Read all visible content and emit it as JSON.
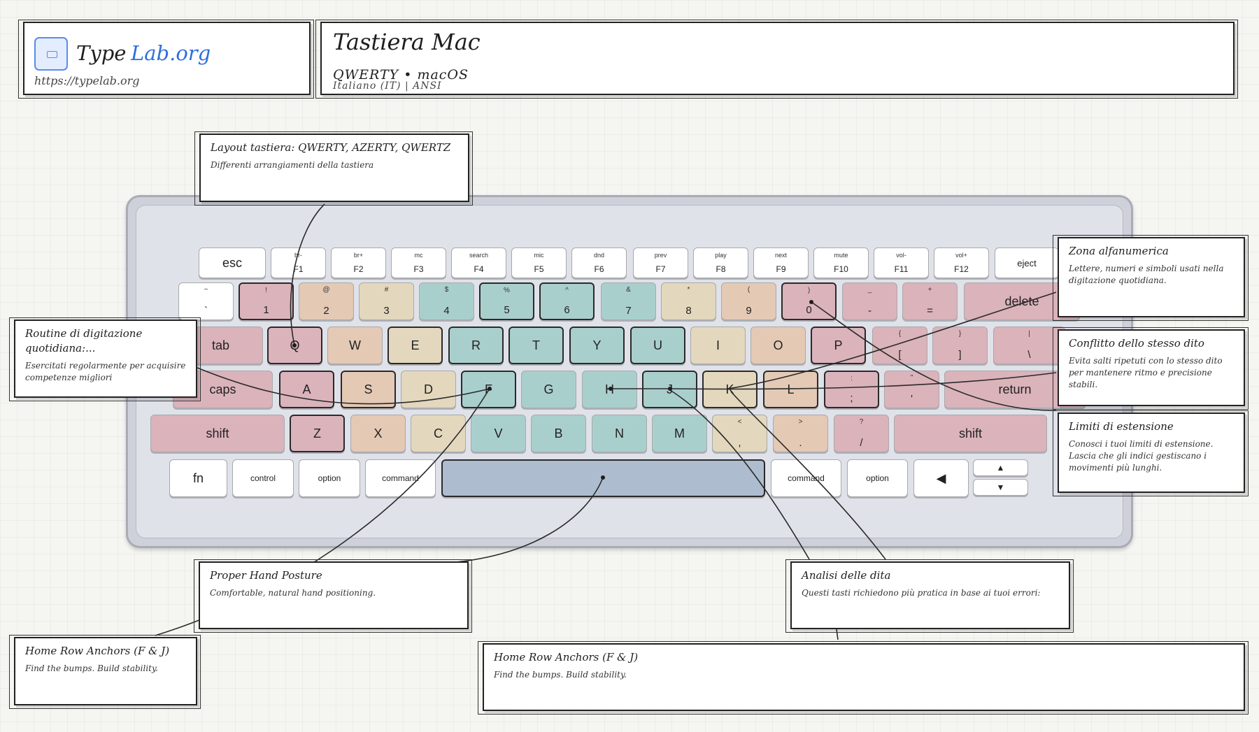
{
  "header": {
    "logo_word1": "Type",
    "logo_word2": "Lab.org",
    "logo_url": "https://typelab.org",
    "title": "Tastiera Mac",
    "subtitle": "QWERTY • macOS",
    "meta": "Italiano (IT)  |  ANSI"
  },
  "colors": {
    "pink": "#dbb3bb",
    "peach": "#e4c9b5",
    "sand": "#e3d8bd",
    "teal": "#a9cfcd",
    "blue": "#aebccf",
    "white": "#ffffff"
  },
  "icons": {
    "logo": "keyboard-icon",
    "left_arrow": "arrow-left-icon",
    "up_arrow": "arrow-up-icon",
    "down_arrow": "arrow-down-icon"
  },
  "keys": {
    "esc": "esc",
    "f1": {
      "top": "br-",
      "bot": "F1"
    },
    "f2": {
      "top": "br+",
      "bot": "F2"
    },
    "f3": {
      "top": "mc",
      "bot": "F3"
    },
    "f4": {
      "top": "search",
      "bot": "F4"
    },
    "f5": {
      "top": "mic",
      "bot": "F5"
    },
    "f6": {
      "top": "dnd",
      "bot": "F6"
    },
    "f7": {
      "top": "prev",
      "bot": "F7"
    },
    "f8": {
      "top": "play",
      "bot": "F8"
    },
    "f9": {
      "top": "next",
      "bot": "F9"
    },
    "f10": {
      "top": "mute",
      "bot": "F10"
    },
    "f11": {
      "top": "vol-",
      "bot": "F11"
    },
    "f12": {
      "top": "vol+",
      "bot": "F12"
    },
    "eject": "eject",
    "backtick": {
      "top": "~",
      "bot": "`"
    },
    "n1": {
      "top": "!",
      "bot": "1"
    },
    "n2": {
      "top": "@",
      "bot": "2"
    },
    "n3": {
      "top": "#",
      "bot": "3"
    },
    "n4": {
      "top": "$",
      "bot": "4"
    },
    "n5": {
      "top": "%",
      "bot": "5"
    },
    "n6": {
      "top": "^",
      "bot": "6"
    },
    "n7": {
      "top": "&",
      "bot": "7"
    },
    "n8": {
      "top": "*",
      "bot": "8"
    },
    "n9": {
      "top": "(",
      "bot": "9"
    },
    "n0": {
      "top": ")",
      "bot": "0"
    },
    "minus": {
      "top": "_",
      "bot": "-"
    },
    "equal": {
      "top": "+",
      "bot": "="
    },
    "delete": "delete",
    "tab": "tab",
    "q": "Q",
    "w": "W",
    "e": "E",
    "r": "R",
    "t": "T",
    "y": "Y",
    "u": "U",
    "i": "I",
    "o": "O",
    "p": "P",
    "lbracket": {
      "top": "{",
      "bot": "["
    },
    "rbracket": {
      "top": "}",
      "bot": "]"
    },
    "backslash": {
      "top": "|",
      "bot": "\\"
    },
    "caps": "caps",
    "a": "A",
    "s": "S",
    "d": "D",
    "f": "F",
    "g": "G",
    "h": "H",
    "j": "J",
    "k": "K",
    "l": "L",
    "semicolon": {
      "top": ":",
      "bot": ";"
    },
    "quote": {
      "top": "\"",
      "bot": "'"
    },
    "return": "return",
    "lshift": "shift",
    "z": "Z",
    "x": "X",
    "c": "C",
    "v": "V",
    "b": "B",
    "n": "N",
    "m": "M",
    "comma": {
      "top": "<",
      "bot": ","
    },
    "period": {
      "top": ">",
      "bot": "."
    },
    "slash": {
      "top": "?",
      "bot": "/"
    },
    "rshift": "shift",
    "fn": "fn",
    "control": "control",
    "loption": "option",
    "lcommand": "command",
    "rcommand": "command",
    "roption": "option",
    "left": "◀",
    "up": "▲",
    "down": "▼"
  },
  "annotations": {
    "layout": {
      "title": "Layout tastiera: QWERTY, AZERTY, QWERTZ",
      "desc": "Differenti arrangiamenti della tastiera"
    },
    "routine": {
      "title": "Routine di digitazione quotidiana:...",
      "desc": "Esercitati regolarmente per acquisire competenze migliori"
    },
    "alfanumerica": {
      "title": "Zona alfanumerica",
      "desc": "Lettere, numeri e simboli usati nella digitazione quotidiana."
    },
    "conflitto": {
      "title": "Conflitto dello stesso dito",
      "desc": "Evita salti ripetuti con lo stesso dito per mantenere ritmo e precisione stabili."
    },
    "limiti": {
      "title": "Limiti di estensione",
      "desc": "Conosci i tuoi limiti di estensione. Lascia che gli indici gestiscano i movimenti più lunghi."
    },
    "posture": {
      "title": "Proper Hand Posture",
      "desc": "Comfortable, natural hand positioning."
    },
    "analisi": {
      "title": "Analisi delle dita",
      "desc": "Questi tasti richiedono più pratica in base ai tuoi errori:"
    },
    "anchors_small": {
      "title": "Home Row Anchors (F & J)",
      "desc": "Find the bumps. Build stability."
    },
    "anchors_wide": {
      "title": "Home Row Anchors (F & J)",
      "desc": "Find the bumps. Build stability."
    }
  }
}
